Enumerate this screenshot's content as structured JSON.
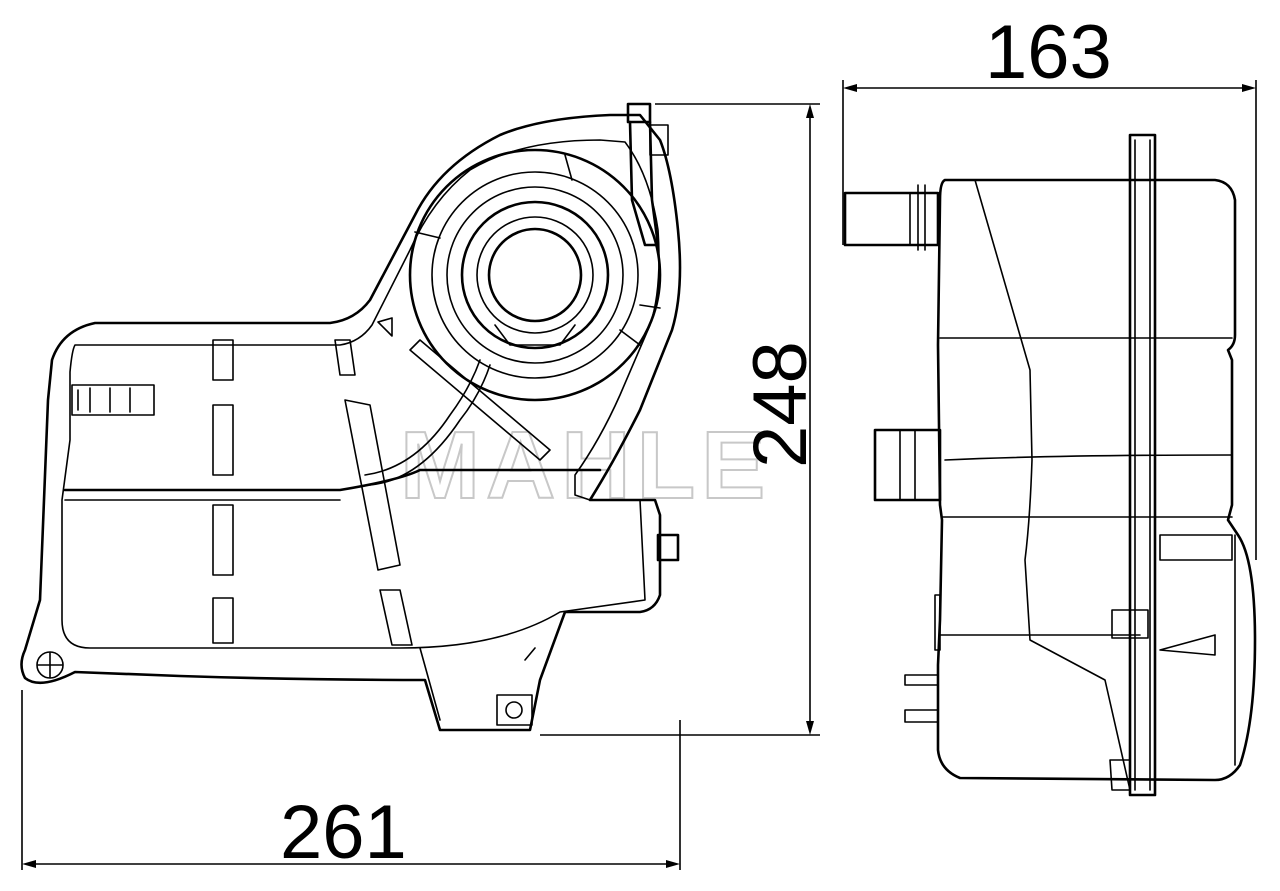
{
  "watermark": "MAHLE",
  "dimensions": {
    "width_front": "261",
    "height": "248",
    "width_side": "163"
  },
  "colors": {
    "line": "#000000",
    "background": "#ffffff",
    "watermark": "#c8c8c8"
  }
}
